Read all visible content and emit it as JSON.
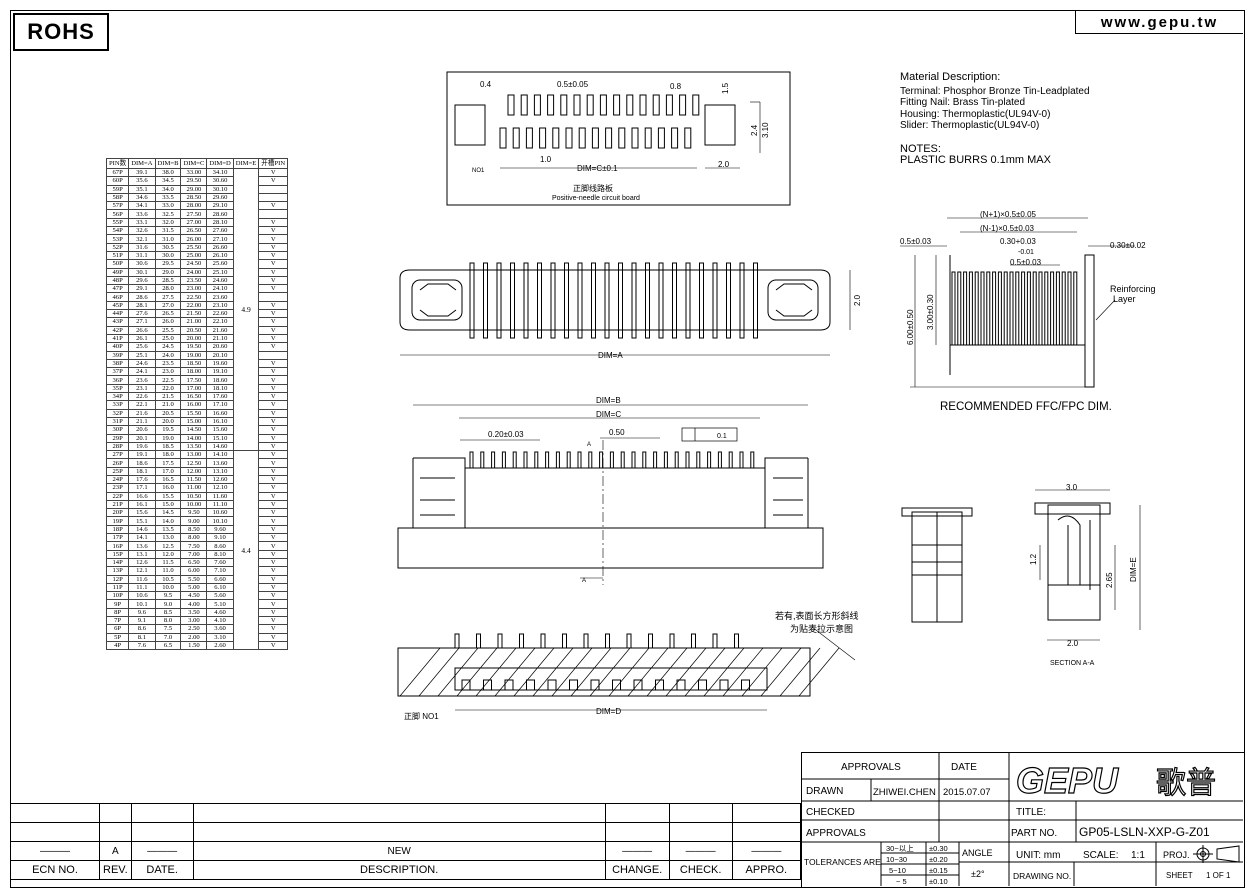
{
  "header": {
    "rohs": "ROHS",
    "website": "www.gepu.tw"
  },
  "material": {
    "title": "Material  Description:",
    "lines": [
      "Terminal:  Phosphor  Bronze  Tin-Leadplated",
      "Fitting  Nail:  Brass  Tin-plated",
      "Housing:  Thermoplastic(UL94V-0)",
      "Slider:  Thermoplastic(UL94V-0)"
    ],
    "notes_title": "NOTES:",
    "notes_line": "PLASTIC  BURRS  0.1mm  MAX"
  },
  "pin_table": {
    "headers": [
      "PIN数",
      "DIM=A",
      "DIM=B",
      "DIM=C",
      "DIM=D",
      "DIM=E",
      "开槽PIN"
    ],
    "rows": [
      [
        "67P",
        "39.1",
        "38.0",
        "33.00",
        "34.10",
        "V"
      ],
      [
        "60P",
        "35.6",
        "34.5",
        "29.50",
        "30.60",
        "V"
      ],
      [
        "59P",
        "35.1",
        "34.0",
        "29.00",
        "30.10",
        ""
      ],
      [
        "58P",
        "34.6",
        "33.5",
        "28.50",
        "29.60",
        ""
      ],
      [
        "57P",
        "34.1",
        "33.0",
        "28.00",
        "29.10",
        "V"
      ],
      [
        "56P",
        "33.6",
        "32.5",
        "27.50",
        "28.60",
        ""
      ],
      [
        "55P",
        "33.1",
        "32.0",
        "27.00",
        "28.10",
        "V"
      ],
      [
        "54P",
        "32.6",
        "31.5",
        "26.50",
        "27.60",
        "V"
      ],
      [
        "53P",
        "32.1",
        "31.0",
        "26.00",
        "27.10",
        "V"
      ],
      [
        "52P",
        "31.6",
        "30.5",
        "25.50",
        "26.60",
        "V"
      ],
      [
        "51P",
        "31.1",
        "30.0",
        "25.00",
        "26.10",
        "V"
      ],
      [
        "50P",
        "30.6",
        "29.5",
        "24.50",
        "25.60",
        "V"
      ],
      [
        "49P",
        "30.1",
        "29.0",
        "24.00",
        "25.10",
        "V"
      ],
      [
        "48P",
        "29.6",
        "28.5",
        "23.50",
        "24.60",
        "V"
      ],
      [
        "47P",
        "29.1",
        "28.0",
        "23.00",
        "24.10",
        "V"
      ],
      [
        "46P",
        "28.6",
        "27.5",
        "22.50",
        "23.60",
        ""
      ],
      [
        "45P",
        "28.1",
        "27.0",
        "22.00",
        "23.10",
        "V"
      ],
      [
        "44P",
        "27.6",
        "26.5",
        "21.50",
        "22.60",
        "V"
      ],
      [
        "43P",
        "27.1",
        "26.0",
        "21.00",
        "22.10",
        "V"
      ],
      [
        "42P",
        "26.6",
        "25.5",
        "20.50",
        "21.60",
        "V"
      ],
      [
        "41P",
        "26.1",
        "25.0",
        "20.00",
        "21.10",
        "V"
      ],
      [
        "40P",
        "25.6",
        "24.5",
        "19.50",
        "20.60",
        "V"
      ],
      [
        "39P",
        "25.1",
        "24.0",
        "19.00",
        "20.10",
        ""
      ],
      [
        "38P",
        "24.6",
        "23.5",
        "18.50",
        "19.60",
        "V"
      ],
      [
        "37P",
        "24.1",
        "23.0",
        "18.00",
        "19.10",
        "V"
      ],
      [
        "36P",
        "23.6",
        "22.5",
        "17.50",
        "18.60",
        "V"
      ],
      [
        "35P",
        "23.1",
        "22.0",
        "17.00",
        "18.10",
        "V"
      ],
      [
        "34P",
        "22.6",
        "21.5",
        "16.50",
        "17.60",
        "V"
      ],
      [
        "33P",
        "22.1",
        "21.0",
        "16.00",
        "17.10",
        "V"
      ],
      [
        "32P",
        "21.6",
        "20.5",
        "15.50",
        "16.60",
        "V"
      ],
      [
        "31P",
        "21.1",
        "20.0",
        "15.00",
        "16.10",
        "V"
      ],
      [
        "30P",
        "20.6",
        "19.5",
        "14.50",
        "15.60",
        "V"
      ],
      [
        "29P",
        "20.1",
        "19.0",
        "14.00",
        "15.10",
        "V"
      ],
      [
        "28P",
        "19.6",
        "18.5",
        "13.50",
        "14.60",
        "V"
      ],
      [
        "27P",
        "19.1",
        "18.0",
        "13.00",
        "14.10",
        "V"
      ],
      [
        "26P",
        "18.6",
        "17.5",
        "12.50",
        "13.60",
        "V"
      ],
      [
        "25P",
        "18.1",
        "17.0",
        "12.00",
        "13.10",
        "V"
      ],
      [
        "24P",
        "17.6",
        "16.5",
        "11.50",
        "12.60",
        "V"
      ],
      [
        "23P",
        "17.1",
        "16.0",
        "11.00",
        "12.10",
        "V"
      ],
      [
        "22P",
        "16.6",
        "15.5",
        "10.50",
        "11.60",
        "V"
      ],
      [
        "21P",
        "16.1",
        "15.0",
        "10.00",
        "11.10",
        "V"
      ],
      [
        "20P",
        "15.6",
        "14.5",
        "9.50",
        "10.60",
        "V"
      ],
      [
        "19P",
        "15.1",
        "14.0",
        "9.00",
        "10.10",
        "V"
      ],
      [
        "18P",
        "14.6",
        "13.5",
        "8.50",
        "9.60",
        "V"
      ],
      [
        "17P",
        "14.1",
        "13.0",
        "8.00",
        "9.10",
        "V"
      ],
      [
        "16P",
        "13.6",
        "12.5",
        "7.50",
        "8.60",
        "V"
      ],
      [
        "15P",
        "13.1",
        "12.0",
        "7.00",
        "8.10",
        "V"
      ],
      [
        "14P",
        "12.6",
        "11.5",
        "6.50",
        "7.60",
        "V"
      ],
      [
        "13P",
        "12.1",
        "11.0",
        "6.00",
        "7.10",
        "V"
      ],
      [
        "12P",
        "11.6",
        "10.5",
        "5.50",
        "6.60",
        "V"
      ],
      [
        "11P",
        "11.1",
        "10.0",
        "5.00",
        "6.10",
        "V"
      ],
      [
        "10P",
        "10.6",
        "9.5",
        "4.50",
        "5.60",
        "V"
      ],
      [
        "9P",
        "10.1",
        "9.0",
        "4.00",
        "5.10",
        "V"
      ],
      [
        "8P",
        "9.6",
        "8.5",
        "3.50",
        "4.60",
        "V"
      ],
      [
        "7P",
        "9.1",
        "8.0",
        "3.00",
        "4.10",
        "V"
      ],
      [
        "6P",
        "8.6",
        "7.5",
        "2.50",
        "3.60",
        "V"
      ],
      [
        "5P",
        "8.1",
        "7.0",
        "2.00",
        "3.10",
        "V"
      ],
      [
        "4P",
        "7.6",
        "6.5",
        "1.50",
        "2.60",
        "V"
      ]
    ],
    "dim_e_upper": "4.9",
    "dim_e_lower": "4.4"
  },
  "drawing": {
    "pcb_caption_cn": "正脚线路板",
    "pcb_caption_en": "Positive-needle circuit board",
    "pcb_dims": {
      "d04": "0.4",
      "d05": "0.5±0.05",
      "d08": "0.8",
      "d15": "1.5",
      "d24": "2.4",
      "d310": "3.10",
      "d10": "1.0",
      "d20": "2.0",
      "dimc": "DIM=C±0.1",
      "no1": "NO1"
    },
    "top_view": {
      "dima": "DIM=A",
      "d20": "2.0"
    },
    "front_view": {
      "dimb": "DIM=B",
      "dimc": "DIM=C",
      "d020": "0.20±0.03",
      "d050": "0.50",
      "flat": "0.1",
      "a": "A"
    },
    "bottom_view": {
      "dimd": "DIM=D",
      "no1": "正脚 NO1",
      "note_cn_1": "若有,表面长方形斜线",
      "note_cn_2": "为贴麦拉示意图"
    },
    "ffc": {
      "title": "RECOMMENDED  FFC/FPC  DIM.",
      "d1": "(N+1)×0.5±0.05",
      "d2": "(N-1)×0.5±0.03",
      "d3": "0.5±0.03",
      "d4": "0.30+0.03",
      "d4b": "-0.01",
      "d5": "0.5±0.03",
      "d6": "0.30±0.02",
      "d7": "6.00±0.50",
      "d8": "3.00±0.30",
      "reinforcing": "Reinforcing",
      "layer": "Layer"
    },
    "section": {
      "d30": "3.0",
      "d12": "1.2",
      "d265": "2.65",
      "dime": "DIM=E",
      "d20": "2.0",
      "caption": "SECTION  A-A"
    }
  },
  "title_block": {
    "approvals": "APPROVALS",
    "date": "DATE",
    "logo": "GEPU",
    "logo_cn": "歌普",
    "drawn": "DRAWN",
    "drawn_by": "ZHIWEI.CHEN",
    "drawn_date": "2015.07.07",
    "checked": "CHECKED",
    "approvals2": "APPROVALS",
    "title_label": "TITLE:",
    "part_no_label": "PART  NO.",
    "part_no": "GP05-LSLN-XXP-G-Z01",
    "tolerances": "TOLERANCES  ARE",
    "tol_ranges": [
      "30~以上",
      "10~30",
      "5~10",
      "~ 5"
    ],
    "tol_values": [
      "±0.30",
      "±0.20",
      "±0.15",
      "±0.10"
    ],
    "angle": "ANGLE",
    "angle_value": "±2°",
    "unit": "UNIT:  mm",
    "scale_label": "SCALE:",
    "scale": "1:1",
    "proj": "PROJ.",
    "drawing_no": "DRAWING  NO.",
    "sheet": "SHEET",
    "sheet_value": "1  OF  1"
  },
  "revision": {
    "rev_value": "A",
    "description": "NEW",
    "headers": [
      "ECN  NO.",
      "REV.",
      "DATE.",
      "DESCRIPTION.",
      "CHANGE.",
      "CHECK.",
      "APPRO."
    ]
  }
}
